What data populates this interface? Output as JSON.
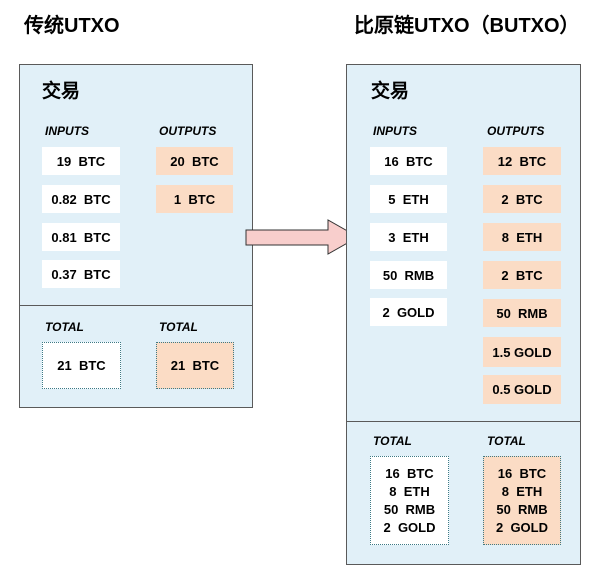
{
  "left": {
    "title": "传统UTXO",
    "heading": "交易",
    "inputs_label": "INPUTS",
    "outputs_label": "OUTPUTS",
    "inputs": [
      "19  BTC",
      "0.82  BTC",
      "0.81  BTC",
      "0.37  BTC"
    ],
    "outputs": [
      "20  BTC",
      "1  BTC"
    ],
    "total_in_label": "TOTAL",
    "total_out_label": "TOTAL",
    "total_in": [
      "21  BTC"
    ],
    "total_out": [
      "21  BTC"
    ]
  },
  "right": {
    "title": "比原链UTXO（BUTXO）",
    "heading": "交易",
    "inputs_label": "INPUTS",
    "outputs_label": "OUTPUTS",
    "inputs": [
      "16  BTC",
      "5  ETH",
      "3  ETH",
      "50  RMB",
      "2  GOLD"
    ],
    "outputs": [
      "12  BTC",
      "2  BTC",
      "8  ETH",
      "2  BTC",
      "50  RMB",
      "1.5 GOLD",
      "0.5 GOLD"
    ],
    "total_in_label": "TOTAL",
    "total_out_label": "TOTAL",
    "total_in": [
      "16  BTC",
      "8  ETH",
      "50  RMB",
      "2  GOLD"
    ],
    "total_out": [
      "16  BTC",
      "8  ETH",
      "50  RMB",
      "2  GOLD"
    ]
  },
  "colors": {
    "panel_bg": "#e1f0f8",
    "output_bg": "#fbdcc5",
    "input_bg": "#ffffff",
    "arrow_fill": "#f8cecc"
  }
}
